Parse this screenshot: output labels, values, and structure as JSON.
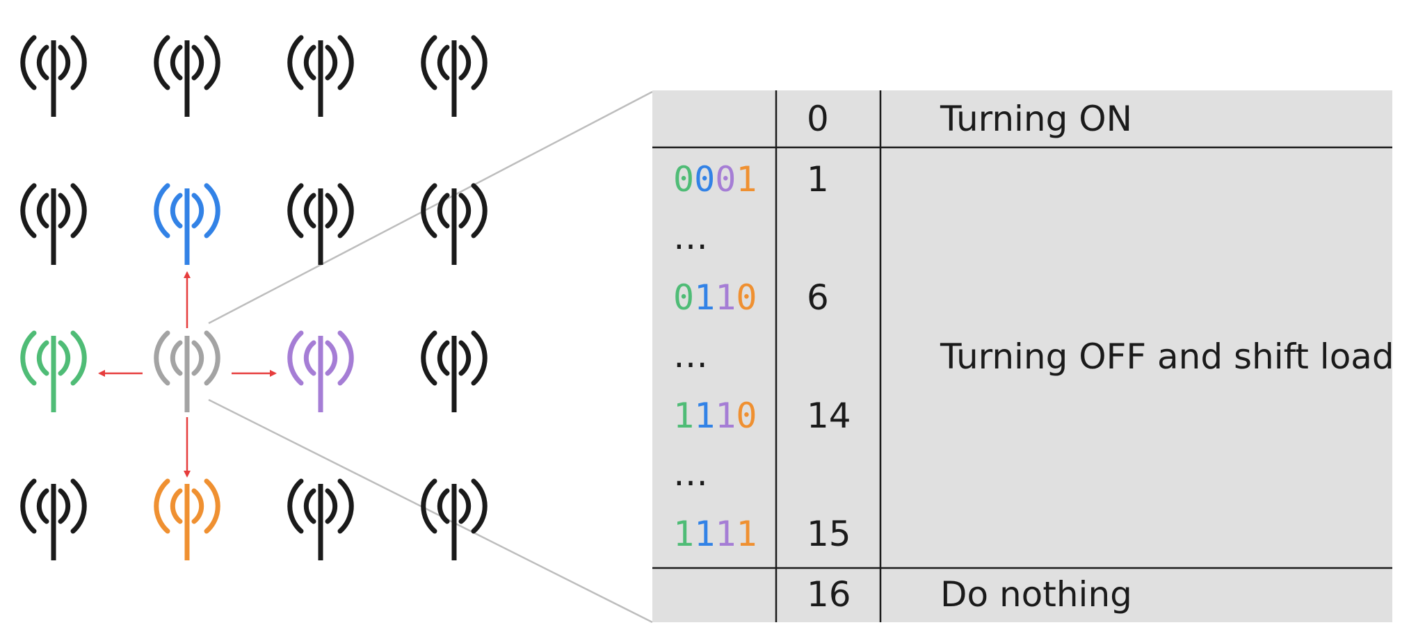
{
  "colors": {
    "default_antenna": "#1a1a1a",
    "center_antenna": "#a3a3a3",
    "neighbor_top": "#3282e6",
    "neighbor_left": "#4fbc76",
    "neighbor_right": "#a57dd5",
    "neighbor_bottom": "#ef9031",
    "arrow": "#e63c3c",
    "table_background": "#e0e0e0",
    "connector_line": "#bdbdbd",
    "table_lines": "#1a1a1a"
  },
  "antenna_grid": {
    "rows": 4,
    "cols": 4,
    "center": [
      2,
      1
    ],
    "neighbors": [
      {
        "name": "top",
        "cell": [
          1,
          1
        ],
        "color_key": "neighbor_top"
      },
      {
        "name": "left",
        "cell": [
          2,
          0
        ],
        "color_key": "neighbor_left"
      },
      {
        "name": "right",
        "cell": [
          2,
          2
        ],
        "color_key": "neighbor_right"
      },
      {
        "name": "bottom",
        "cell": [
          3,
          1
        ],
        "color_key": "neighbor_bottom"
      }
    ]
  },
  "table": {
    "digit_color_order": [
      "neighbor_left",
      "neighbor_top",
      "neighbor_right",
      "neighbor_bottom"
    ],
    "on_row": {
      "code": "",
      "number": "0",
      "action": "Turning ON"
    },
    "middle_rows": [
      {
        "code": "0001",
        "number": "1"
      },
      {
        "code": "…",
        "number": ""
      },
      {
        "code": "0110",
        "number": "6"
      },
      {
        "code": "…",
        "number": ""
      },
      {
        "code": "1110",
        "number": "14"
      },
      {
        "code": "…",
        "number": ""
      },
      {
        "code": "1111",
        "number": "15"
      }
    ],
    "middle_action": "Turning OFF and shift load",
    "nothing_row": {
      "code": "",
      "number": "16",
      "action": "Do nothing"
    }
  }
}
